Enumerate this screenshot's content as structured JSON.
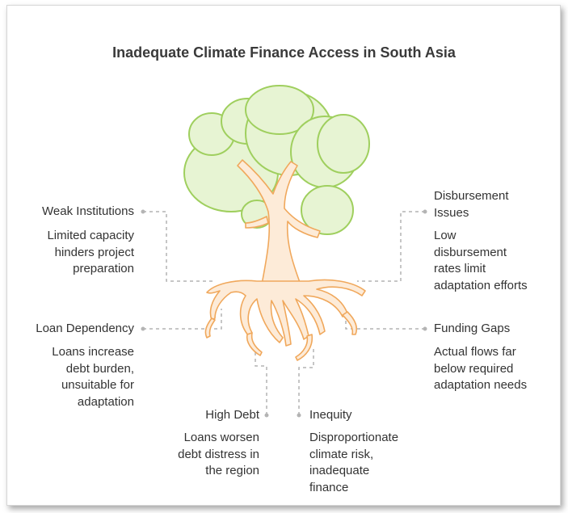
{
  "title": "Inadequate Climate Finance Access in South Asia",
  "colors": {
    "foliage_fill": "#e7f4d3",
    "foliage_stroke": "#9fcf5e",
    "trunk_fill": "#fdebd8",
    "trunk_stroke": "#f0a85c",
    "connector": "#b4b4b4",
    "text": "#333333"
  },
  "factors": {
    "weak_institutions": {
      "label": "Weak Institutions",
      "description": [
        "Limited capacity",
        "hinders project",
        "preparation"
      ]
    },
    "loan_dependency": {
      "label": "Loan Dependency",
      "description": [
        "Loans increase",
        "debt burden,",
        "unsuitable for",
        "adaptation"
      ]
    },
    "high_debt": {
      "label": "High Debt",
      "description": [
        "Loans worsen",
        "debt distress in",
        "the region"
      ]
    },
    "inequity": {
      "label": "Inequity",
      "description": [
        "Disproportionate",
        "climate risk,",
        "inadequate",
        "finance"
      ]
    },
    "funding_gaps": {
      "label": "Funding Gaps",
      "description": [
        "Actual flows far",
        "below required",
        "adaptation needs"
      ]
    },
    "disbursement_issues": {
      "label": [
        "Disbursement",
        "Issues"
      ],
      "description": [
        "Low",
        "disbursement",
        "rates limit",
        "adaptation efforts"
      ]
    }
  }
}
